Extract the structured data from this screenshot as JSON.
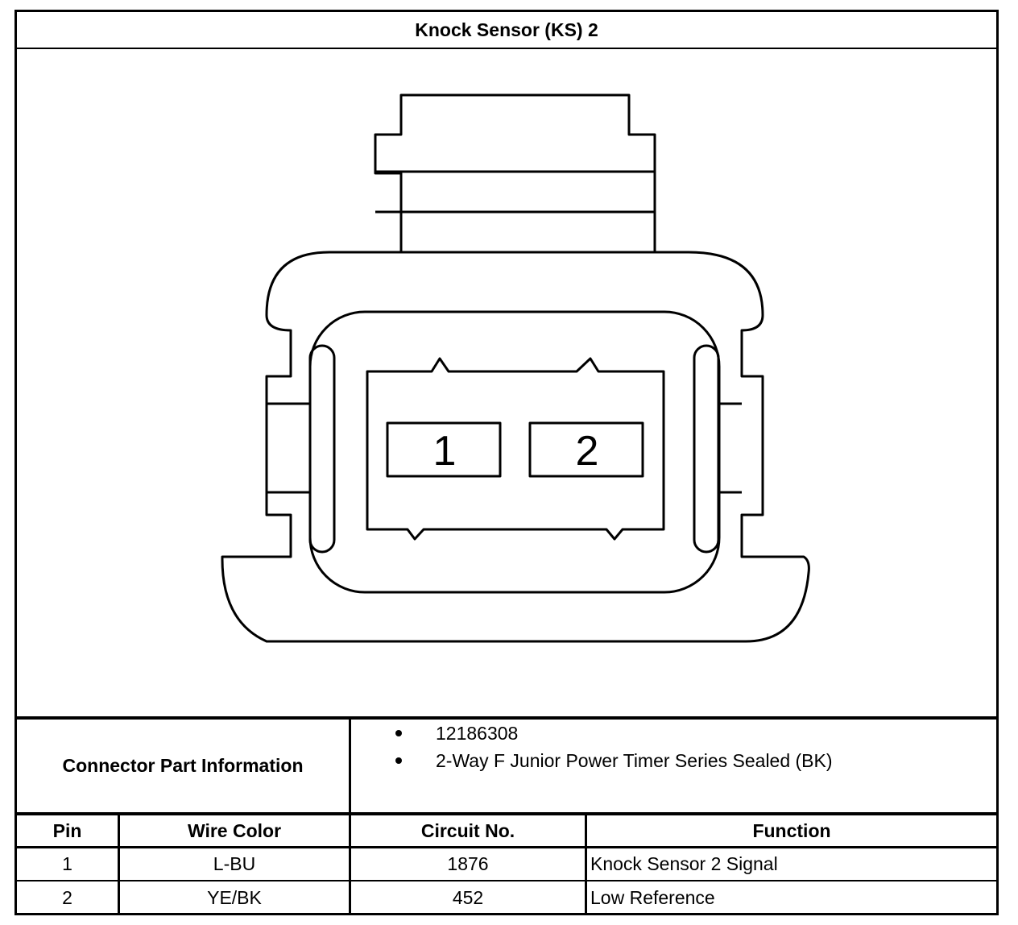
{
  "title": "Knock Sensor (KS) 2",
  "connector": {
    "pins": [
      "1",
      "2"
    ]
  },
  "part_info": {
    "label": "Connector Part Information",
    "items": [
      "12186308",
      "2-Way F Junior Power Timer Series Sealed (BK)"
    ]
  },
  "table": {
    "headers": [
      "Pin",
      "Wire Color",
      "Circuit No.",
      "Function"
    ],
    "rows": [
      [
        "1",
        "L-BU",
        "1876",
        "Knock Sensor 2 Signal"
      ],
      [
        "2",
        "YE/BK",
        "452",
        "Low Reference"
      ]
    ]
  }
}
